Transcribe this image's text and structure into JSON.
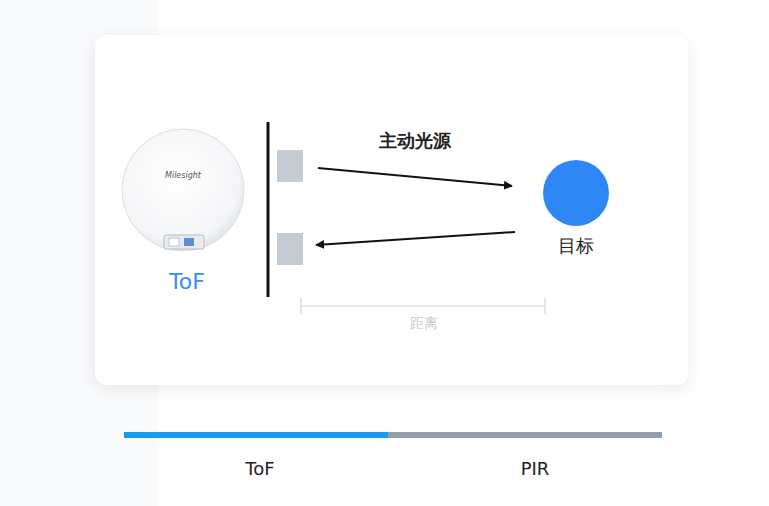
{
  "diagram": {
    "nodes": [
      {
        "text": [
          "Milesight",
          "ToF"
        ]
      },
      {
        "text": [
          "目标"
        ]
      }
    ],
    "edges": [
      {
        "from": 0,
        "to": 1,
        "arrow": "to",
        "label": "主动光源"
      },
      {
        "from": 1,
        "to": 0,
        "arrow": "to"
      }
    ],
    "labels": [
      "距离",
      "ToF",
      "PIR"
    ]
  }
}
